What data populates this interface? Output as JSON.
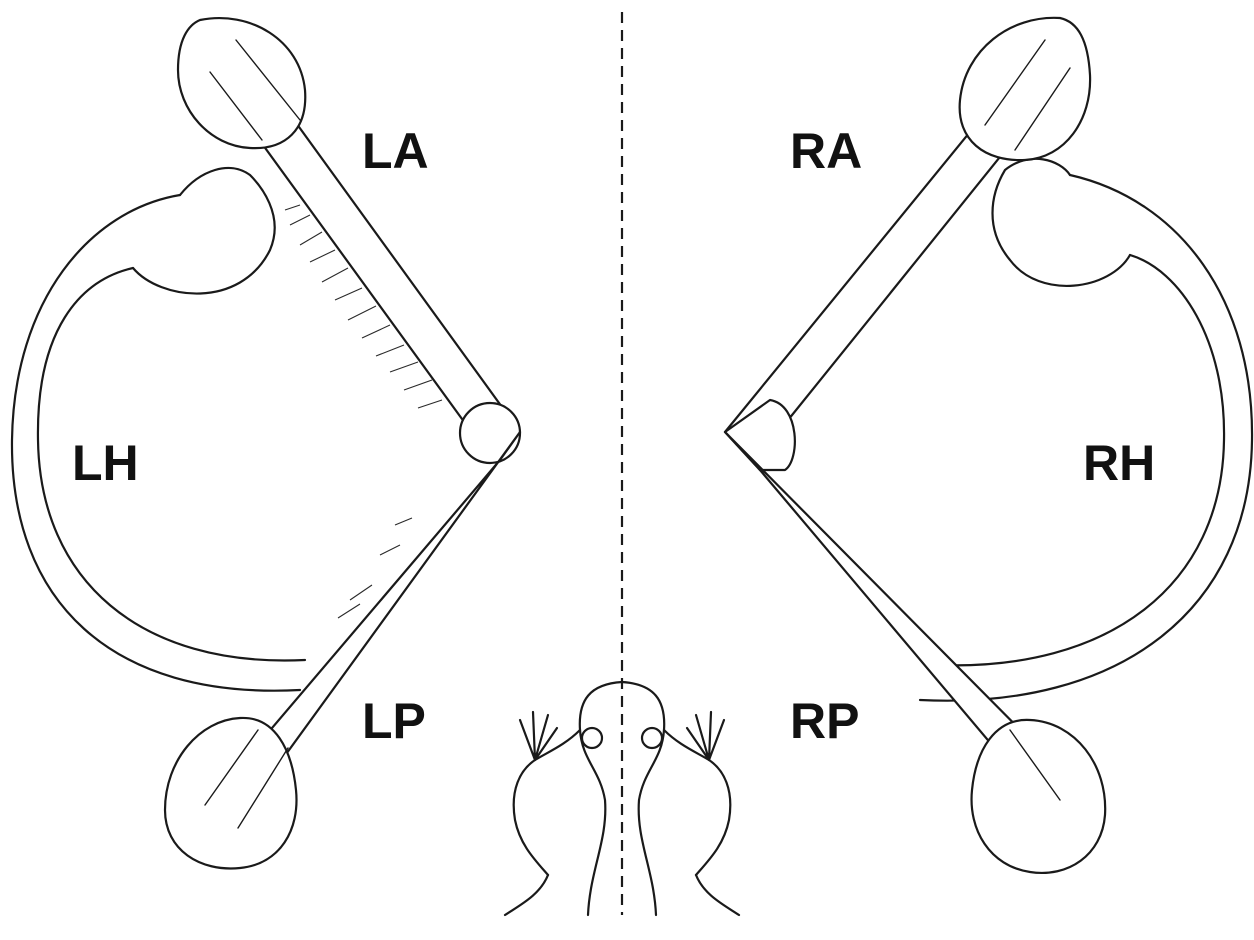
{
  "labels": {
    "left_anterior": "LA",
    "left_horizontal": "LH",
    "left_posterior": "LP",
    "right_anterior": "RA",
    "right_horizontal": "RH",
    "right_posterior": "RP"
  },
  "icons": {
    "frog": "frog-icon",
    "midline": "midline-dashed-line"
  },
  "colors": {
    "ink": "#1a1a1a",
    "background": "#ffffff"
  }
}
